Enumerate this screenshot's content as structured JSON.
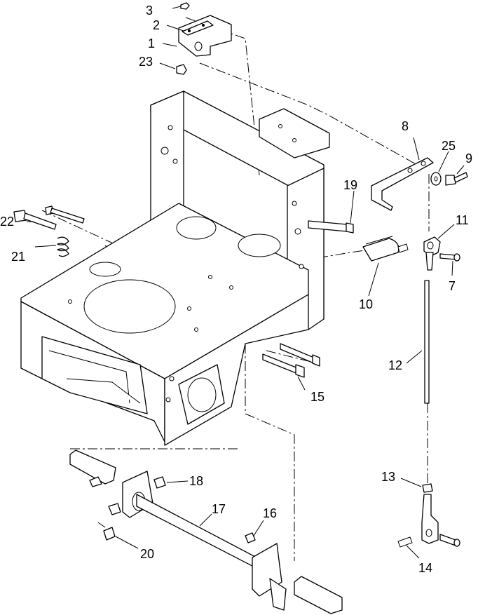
{
  "callouts": [
    {
      "id": "c1",
      "label": "1"
    },
    {
      "id": "c2",
      "label": "2"
    },
    {
      "id": "c3",
      "label": "3"
    },
    {
      "id": "c7",
      "label": "7"
    },
    {
      "id": "c8",
      "label": "8"
    },
    {
      "id": "c9",
      "label": "9"
    },
    {
      "id": "c10",
      "label": "10"
    },
    {
      "id": "c11",
      "label": "11"
    },
    {
      "id": "c12",
      "label": "12"
    },
    {
      "id": "c13",
      "label": "13"
    },
    {
      "id": "c14",
      "label": "14"
    },
    {
      "id": "c15",
      "label": "15"
    },
    {
      "id": "c16",
      "label": "16"
    },
    {
      "id": "c17",
      "label": "17"
    },
    {
      "id": "c18",
      "label": "18"
    },
    {
      "id": "c19",
      "label": "19"
    },
    {
      "id": "c20",
      "label": "20"
    },
    {
      "id": "c21",
      "label": "21"
    },
    {
      "id": "c22",
      "label": "22"
    },
    {
      "id": "c23",
      "label": "23"
    },
    {
      "id": "c25",
      "label": "25"
    }
  ]
}
